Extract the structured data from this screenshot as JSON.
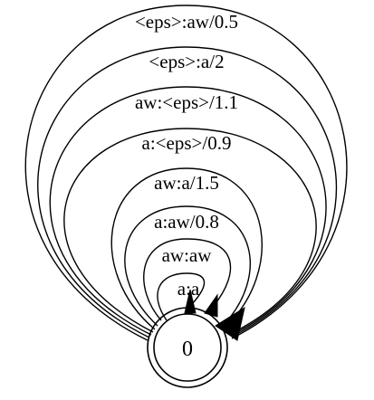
{
  "diagram": {
    "state": {
      "label": "0",
      "final": true
    },
    "self_loops": [
      {
        "label": "<eps>:aw/0.5"
      },
      {
        "label": "<eps>:a/2"
      },
      {
        "label": "aw:<eps>/1.1"
      },
      {
        "label": "a:<eps>/0.9"
      },
      {
        "label": "aw:a/1.5"
      },
      {
        "label": "a:aw/0.8"
      },
      {
        "label": "aw:aw"
      },
      {
        "label": "a:a"
      }
    ]
  }
}
